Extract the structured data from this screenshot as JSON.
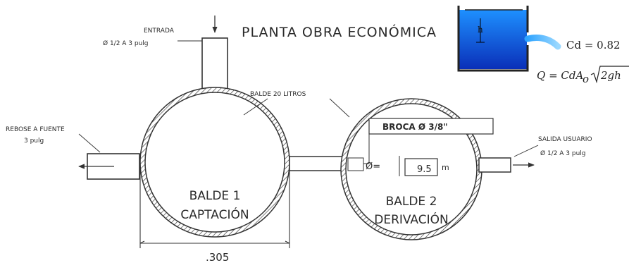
{
  "title": "PLANTA OBRA ECONÓMICA",
  "inlet": {
    "label": "ENTRADA",
    "size": "Ø 1/2 A 3 pulg"
  },
  "overflow": {
    "label": "REBOSE A FUENTE",
    "size": "3 pulg"
  },
  "outlet": {
    "label": "SALIDA USUARIO",
    "size": "Ø 1/2 A 3 pulg"
  },
  "bucket_note": "BALDE 20 LITROS",
  "drill": {
    "label": "BROCA Ø 3/8\"",
    "dia_symbol": "Ø=",
    "value": "9.5",
    "unit": "m"
  },
  "bucket1": {
    "line1": "BALDE 1",
    "line2": "CAPTACIÓN"
  },
  "bucket2": {
    "line1": "BALDE 2",
    "line2": "DERIVACIÓN"
  },
  "dimension": ".305",
  "inset": {
    "head_symbol": "h",
    "cd_label": "Cd = 0.82",
    "formula_lhs": "Q = CdA",
    "formula_sub": "o",
    "formula_rhs": "2gh"
  },
  "colors": {
    "water_top": "#1e90ff",
    "water_bottom": "#0a2fb8",
    "line": "#333333"
  }
}
